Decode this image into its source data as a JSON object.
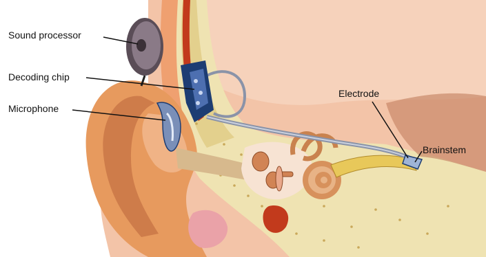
{
  "labels": {
    "sound_processor": "Sound processor",
    "decoding_chip": "Decoding chip",
    "microphone": "Microphone",
    "electrode": "Electrode",
    "brainstem": "Brainstem"
  },
  "colors": {
    "background": "#ffffff",
    "skin": "#e79a5e",
    "skin_shadow": "#b9653a",
    "skull_bone": "#efe3b2",
    "bone_shade": "#d9c27c",
    "flesh_pink": "#f3c4a8",
    "canal": "#d7b98d",
    "vessel_red": "#c23a1c",
    "nerve_yellow": "#e8c85a",
    "device_blue": "#1d3d73",
    "wire_grey": "#8a93a8",
    "processor_grey": "#7b6a78",
    "callout_line": "#111111"
  }
}
